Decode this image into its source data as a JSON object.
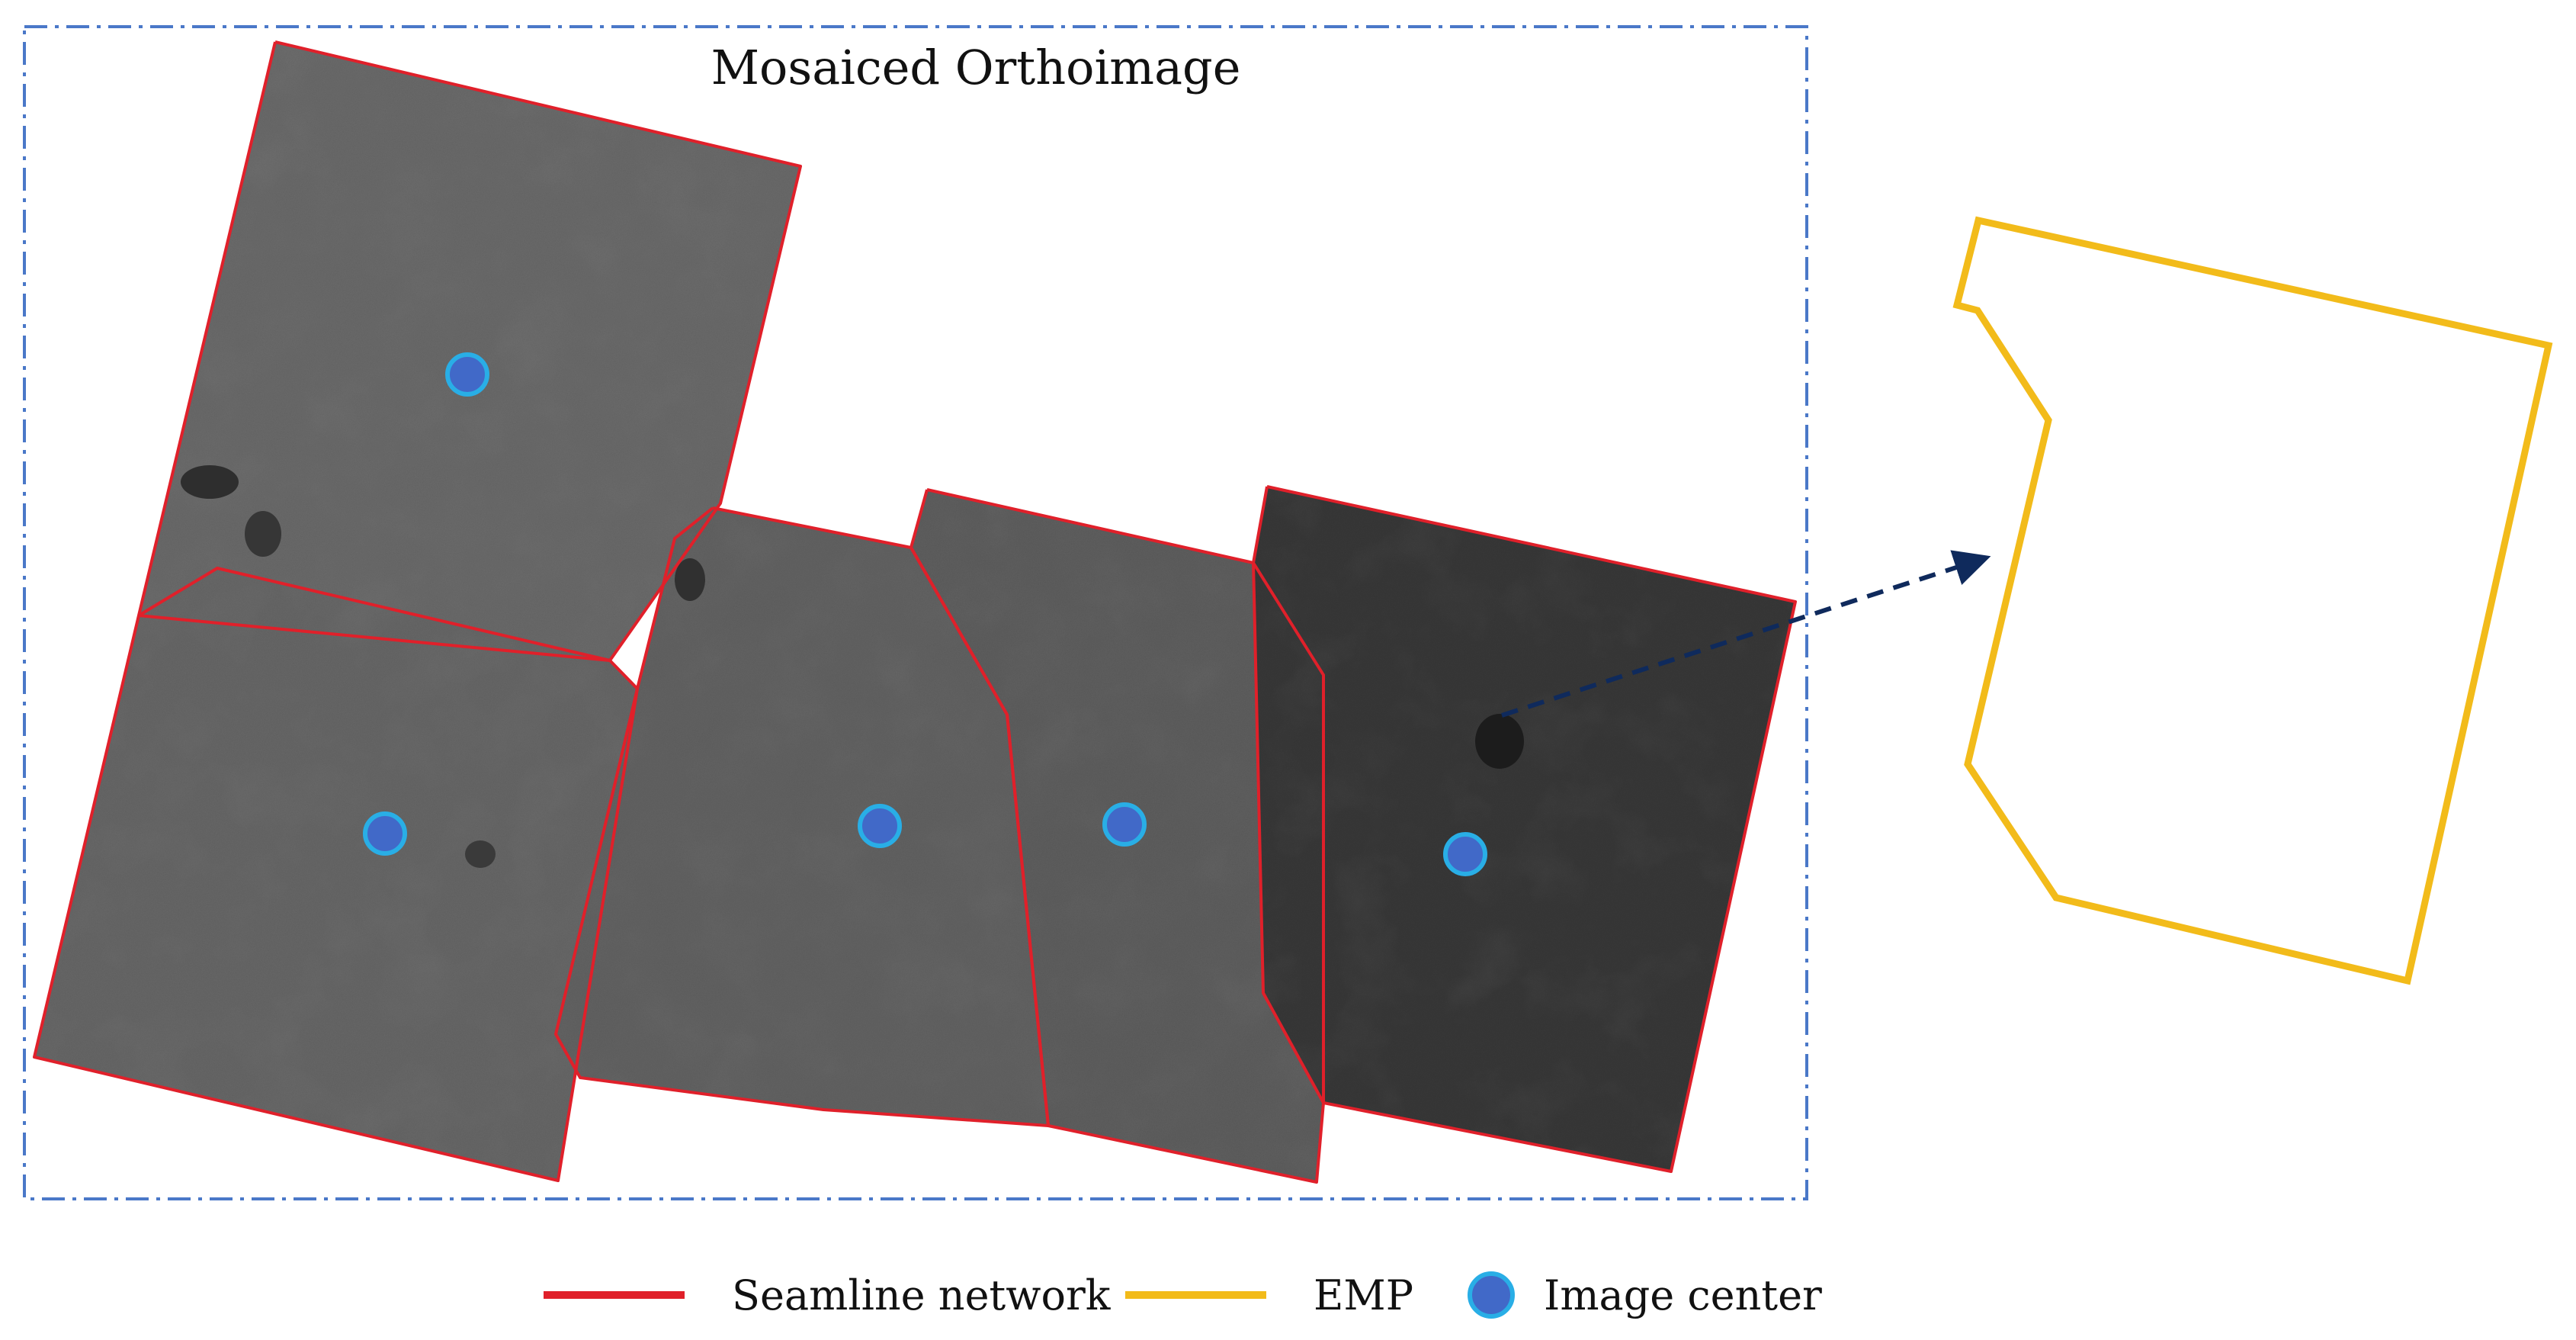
{
  "title": "Mosaiced Orthoimage",
  "legend": {
    "seamline": "Seamline network",
    "emp": "EMP",
    "center": "Image center"
  },
  "colors": {
    "seamline": "#e0202a",
    "emp": "#f2bb1a",
    "image_center_fill": "#4169c8",
    "image_center_ring": "#29aee6",
    "frame": "#4a78c8",
    "arrow": "#0f2a5c",
    "imagery_light": "#6d6d6d",
    "imagery_dark": "#3a3a3a"
  },
  "icons": [
    "image-center-dot-icon",
    "dashed-arrow-icon"
  ]
}
